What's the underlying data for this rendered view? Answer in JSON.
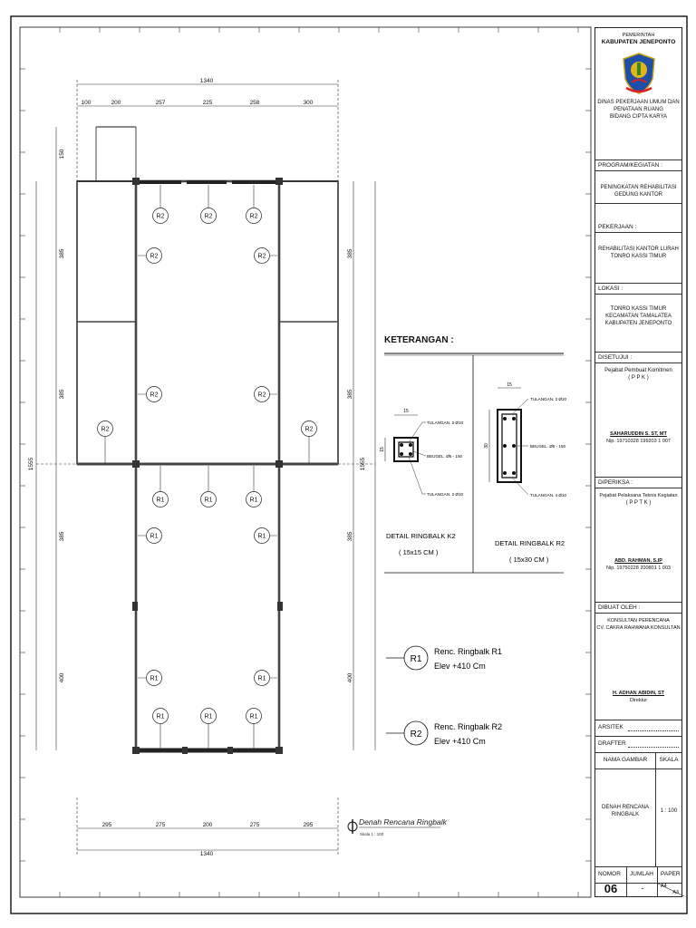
{
  "drawing": {
    "title": "Denah Rencana Ringbalk",
    "scale": "Skala 1 : 100",
    "dims_top": [
      "100",
      "200",
      "257",
      "225",
      "258",
      "300"
    ],
    "dim_total_top": "1340",
    "dims_bottom": [
      "295",
      "275",
      "200",
      "275",
      "295"
    ],
    "dim_total_bottom": "1340",
    "dim_left": [
      "150",
      "385",
      "385",
      "385",
      "400"
    ],
    "dim_right": [
      "385",
      "385",
      "385",
      "400"
    ],
    "dim_total_side": "1555",
    "labels_r2": [
      "R2",
      "R2",
      "R2",
      "R2",
      "R2",
      "R2",
      "R2",
      "R2",
      "R2"
    ],
    "labels_r1": [
      "R1",
      "R1",
      "R1",
      "R1",
      "R1",
      "R1",
      "R1",
      "R1",
      "R1",
      "R1",
      "R1"
    ]
  },
  "keterangan": {
    "heading": "KETERANGAN :",
    "detail_k2": {
      "title": "DETAIL RINGBALK K2",
      "size": "( 15x15 CM )",
      "dim_w": "15",
      "dim_h": "15",
      "top": "TULANGAN. 2 Ø10",
      "stirrup": "BEUGEL. Ø6 - 150",
      "bottom": "TULANGAN. 2 Ø10"
    },
    "detail_r2": {
      "title": "DETAIL RINGBALK R2",
      "size": "( 15x30 CM )",
      "dim_w": "15",
      "dim_h": "30",
      "top": "TULANGAN. 2 Ø10",
      "stirrup": "BEUGEL. Ø6 - 150",
      "bottom": "TULANGAN. 4 Ø10"
    },
    "legend": [
      {
        "symbol": "R1",
        "line1": "Renc. Ringbalk R1",
        "line2": "Elev  +410 Cm"
      },
      {
        "symbol": "R2",
        "line1": "Renc. Ringbalk R2",
        "line2": "Elev  +410 Cm"
      }
    ]
  },
  "titleblock": {
    "gov1": "PEMERINTAH",
    "gov2": "KABUPATEN JENEPONTO",
    "dept1": "DINAS PEKERJAAN UMUM DAN",
    "dept2": "PENATAAN RUANG",
    "dept3": "BIDANG CIPTA KARYA",
    "program_label": "PROGRAM/KEGIATAN :",
    "program1": "PENINGKATAN REHABILITASI",
    "program2": "GEDUNG KANTOR",
    "pekerjaan_label": "PEKERJAAN :",
    "pekerjaan1": "REHABILITASI KANTOR LURAH",
    "pekerjaan2": "TONRO KASSI TIMUR",
    "lokasi_label": "LOKASI :",
    "lokasi1": "TONRO KASSI TIMUR",
    "lokasi2": "KECAMATAN TAMALATEA",
    "lokasi3": "KABUPATEN JENEPONTO",
    "disetujui_label": "DISETUJUI :",
    "ppk1": "Pejabat Pembuat Komitmen",
    "ppk2": "( P P K )",
    "ppk_name": "SAHARUDDIN S. ST, MT",
    "ppk_nip": "Nip. 19710328 199203 1 007",
    "diperiksa_label": "DIPERIKSA :",
    "pptk1": "Pejabat Pelaksana Teknis Kegiatan",
    "pptk2": "( P P T K )",
    "pptk_name": "ABD. RAHMAN, S.IP",
    "pptk_nip": "Nip. 19750228 200801 1 003",
    "dibuat_label": "DIBUAT OLEH :",
    "kons1": "KONSULTAN PERENCANA",
    "kons2": "CV. CAKRA RAHWANA KONSULTAN",
    "dir_name": "H. ADHAN ABIDIN, ST",
    "dir_title": "Direktur",
    "arsitek": "ARSITEK",
    "drafter": "DRAFTER",
    "nama_gambar_label": "NAMA GAMBAR",
    "skala_label": "SKALA",
    "nama_gambar1": "DENAH RENCANA",
    "nama_gambar2": "RINGBALK",
    "skala": "1 : 100",
    "nomor_label": "NOMOR",
    "jumlah_label": "JUMLAH",
    "paper_label": "PAPER",
    "nomor": "06",
    "jumlah": "-",
    "paper1": "A4",
    "paper2": "A3"
  }
}
